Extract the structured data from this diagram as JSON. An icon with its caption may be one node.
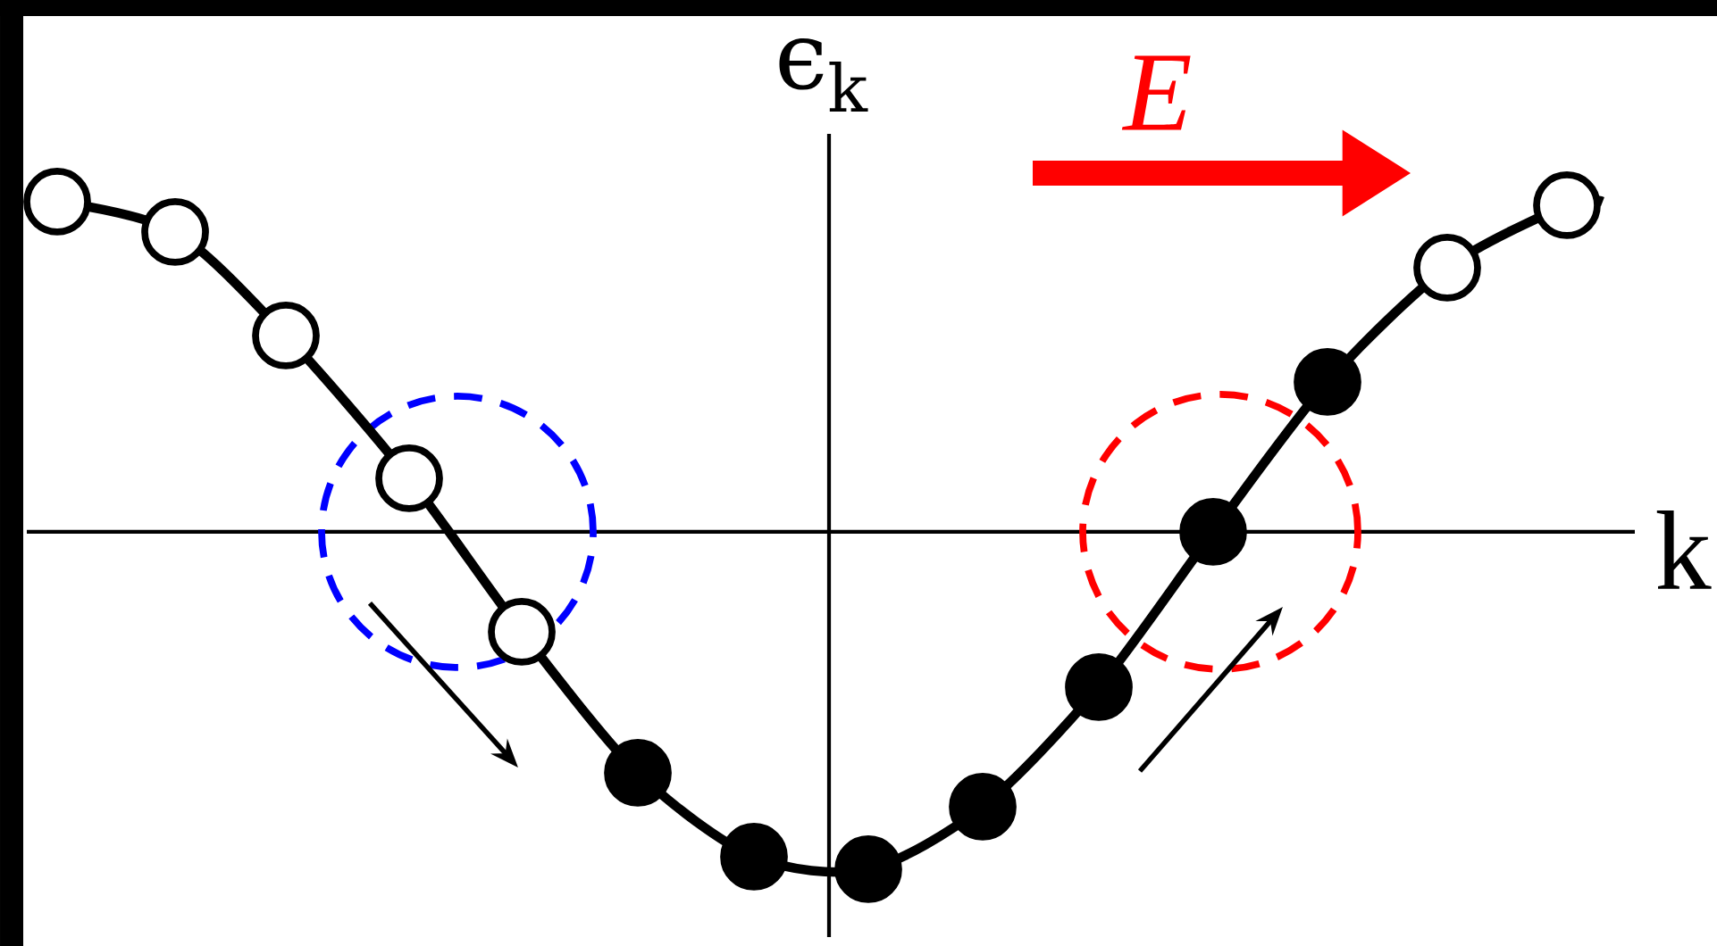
{
  "diagram": {
    "labels": [
      "ϵ$_{k}$",
      "E",
      "k"
    ]
  }
}
